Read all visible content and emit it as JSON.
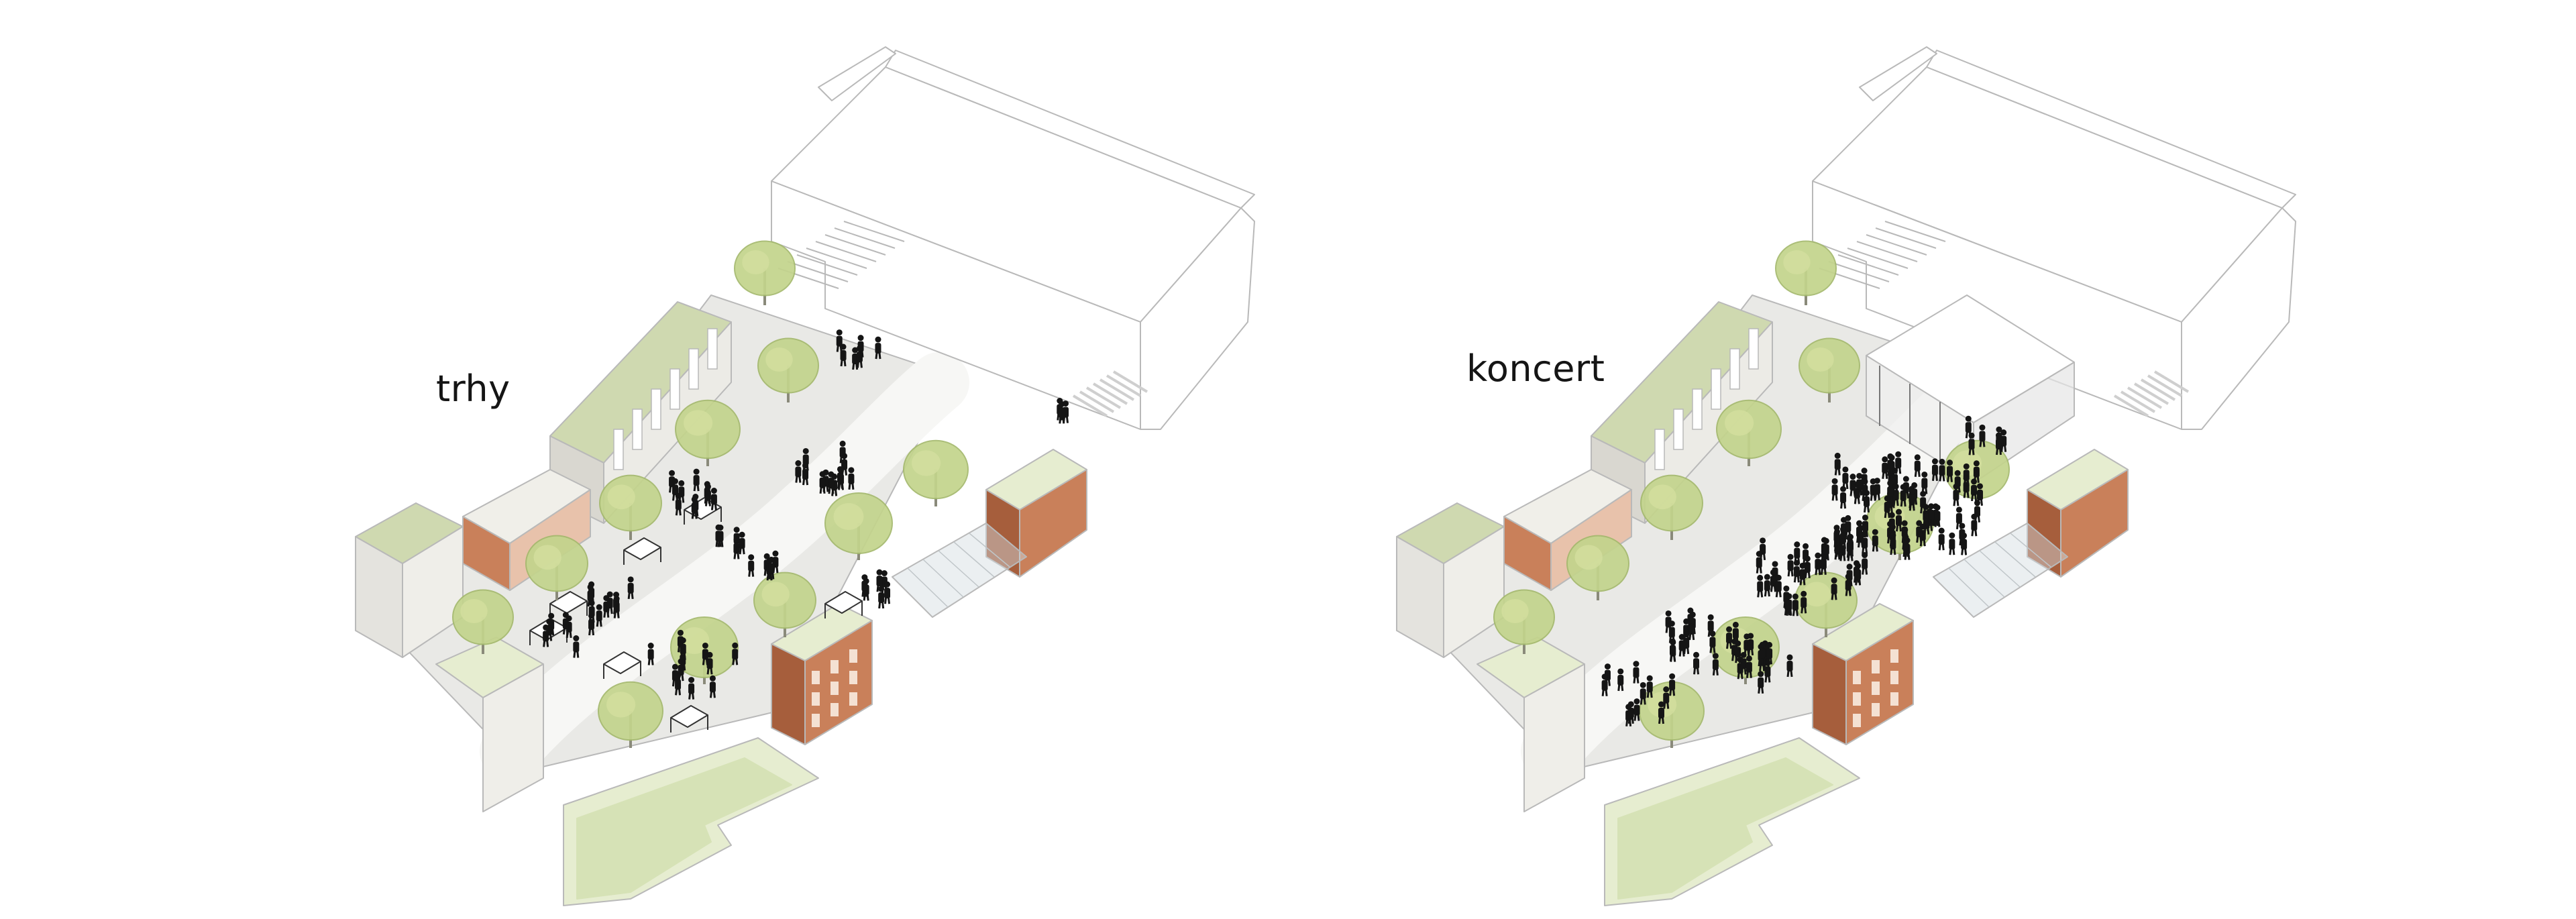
{
  "scenes": [
    {
      "id": "market",
      "label": "trhy",
      "crowd": "scattered",
      "stage": false
    },
    {
      "id": "concert",
      "label": "koncert",
      "crowd": "dense",
      "stage": true
    }
  ],
  "colors": {
    "ink": "#151515",
    "outline": "#b9b9b9",
    "paving": "#e9e9e6",
    "path": "#f7f7f5",
    "grass": "#d6e2b6",
    "grass_light": "#e6edd0",
    "terracotta": "#c9805a",
    "terracotta_dark": "#a65e3c",
    "tree": "#c3d48c",
    "tree_dark": "#a4b96d",
    "building_wall": "#d9d7d0",
    "roof_green": "#cfd9b0"
  }
}
